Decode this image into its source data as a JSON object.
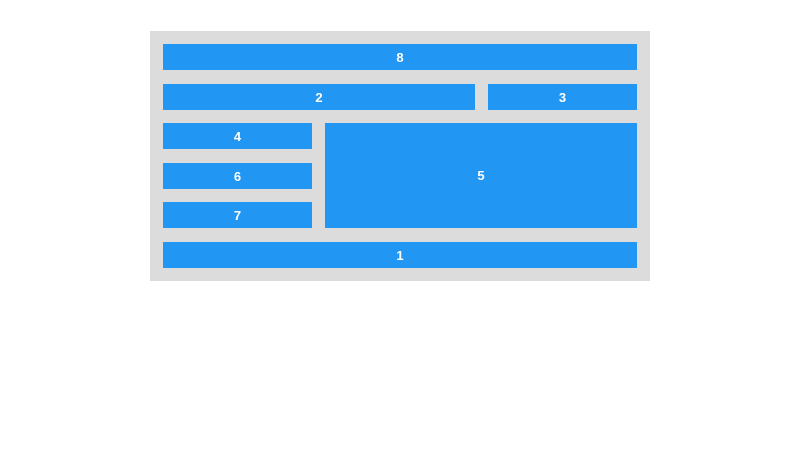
{
  "boxes": {
    "b8": "8",
    "b2": "2",
    "b3": "3",
    "b4": "4",
    "b5": "5",
    "b6": "6",
    "b7": "7",
    "b1": "1"
  },
  "colors": {
    "box": "#2196f3",
    "container": "#dcdcdc"
  }
}
